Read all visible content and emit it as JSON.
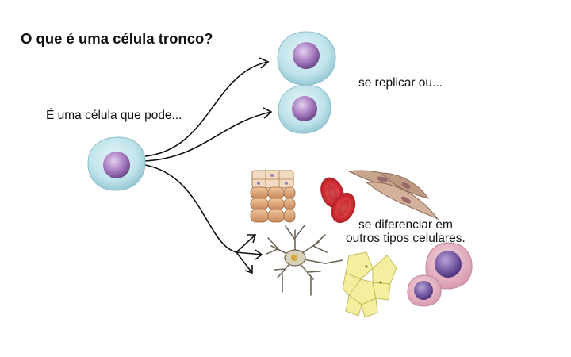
{
  "title": "O que é uma célula tronco?",
  "intro": "É uma célula que pode...",
  "branch_replicate": "se replicar ou...",
  "branch_differentiate_line1": "se diferenciar em",
  "branch_differentiate_line2": "outros tipos celulares.",
  "icons": [
    "stem-cell-icon",
    "daughter-stem-cell-icon",
    "epithelial-cells-icon",
    "red-blood-cells-icon",
    "muscle-cells-icon",
    "neuron-icon",
    "fat-cells-icon",
    "white-blood-cells-icon"
  ],
  "colors": {
    "stem_cell_body": "#bfe3ea",
    "stem_cell_nucleus": "#a77cc0",
    "red_blood_cell": "#c9262c",
    "muscle_cell": "#c9a58e",
    "fat_cell": "#f4ef9e",
    "white_blood_cell": "#e6b7c5",
    "white_blood_cell_nucleus": "#6a4a98",
    "epithelial_cell": "#d9a276"
  }
}
